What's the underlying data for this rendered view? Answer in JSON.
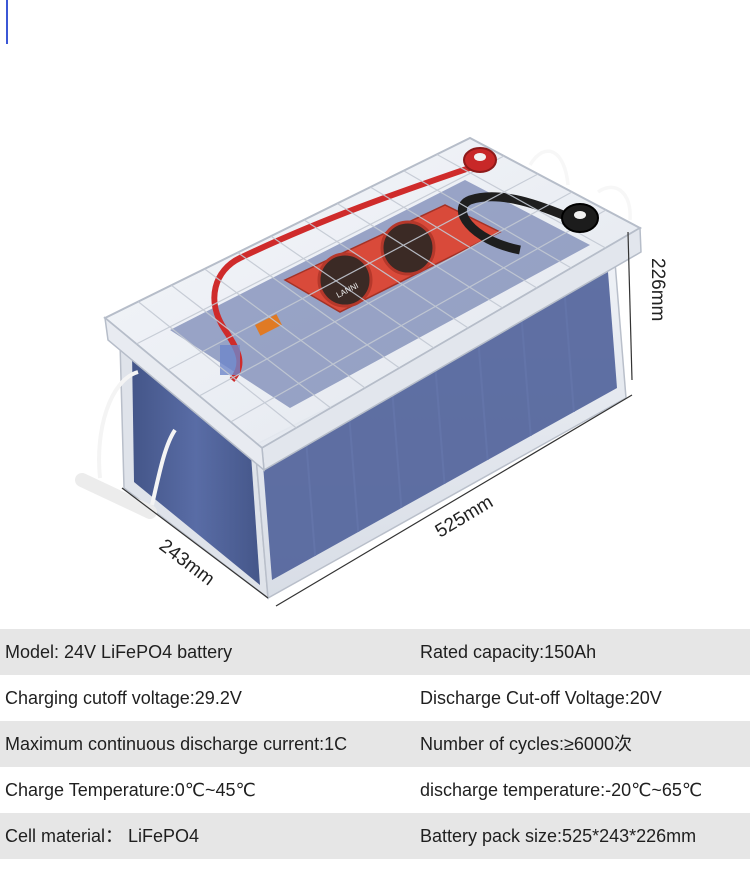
{
  "product_image": {
    "dimension_labels": {
      "height": "226mm",
      "length": "525mm",
      "width": "243mm"
    },
    "pcb_brand": "LANNI",
    "colors": {
      "cells": "#3e5290",
      "case": "#e9edf3",
      "bms_board": "#d94a3a",
      "red_cable": "#cf2b2b",
      "accent": "#3b57d6"
    }
  },
  "specs": [
    {
      "left": "Model: 24V LiFePO4 battery",
      "right": "Rated capacity:150Ah"
    },
    {
      "left": "Charging cutoff voltage:29.2V",
      "right": "Discharge Cut-off Voltage:20V"
    },
    {
      "left": "Maximum continuous discharge current:1C",
      "right": "Number of cycles:≥6000次"
    },
    {
      "left": "Charge Temperature:0℃~45℃",
      "right": "discharge temperature:-20℃~65℃"
    },
    {
      "left": "Cell material： LiFePO4",
      "right": "Battery pack size:525*243*226mm"
    }
  ]
}
